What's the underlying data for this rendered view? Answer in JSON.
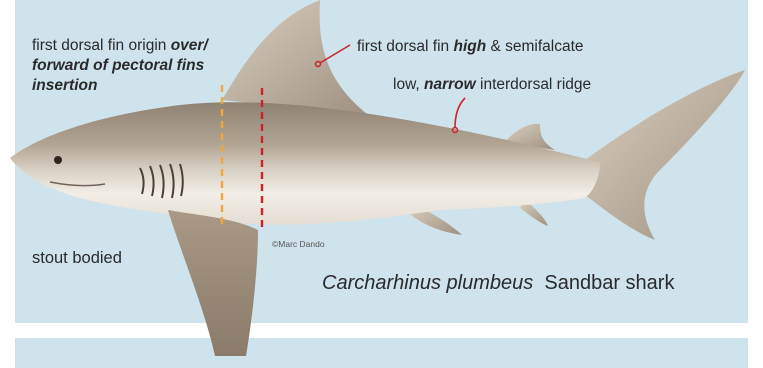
{
  "annotations": {
    "dorsal_origin": {
      "line1_plain": "first dorsal fin origin ",
      "line1_bold": "over/",
      "line2_bold": "forward of pectoral fins",
      "line3_bold": "insertion"
    },
    "dorsal_high": {
      "prefix": "first dorsal fin ",
      "bold": "high",
      "suffix": " & semifalcate"
    },
    "ridge": {
      "prefix": "low, ",
      "bold": "narrow",
      "suffix": " interdorsal ridge"
    },
    "body_shape": "stout bodied"
  },
  "species": {
    "scientific": "Carcharhinus plumbeus",
    "common": "Sandbar shark"
  },
  "credit": "©Marc Dando",
  "colors": {
    "panel": "#cfe3ec",
    "shark_dorsal": "#a8998a",
    "shark_belly": "#f1ede6",
    "origin_line": "#f0a83a",
    "insertion_line": "#d0202a",
    "pointer": "#d0202a"
  }
}
